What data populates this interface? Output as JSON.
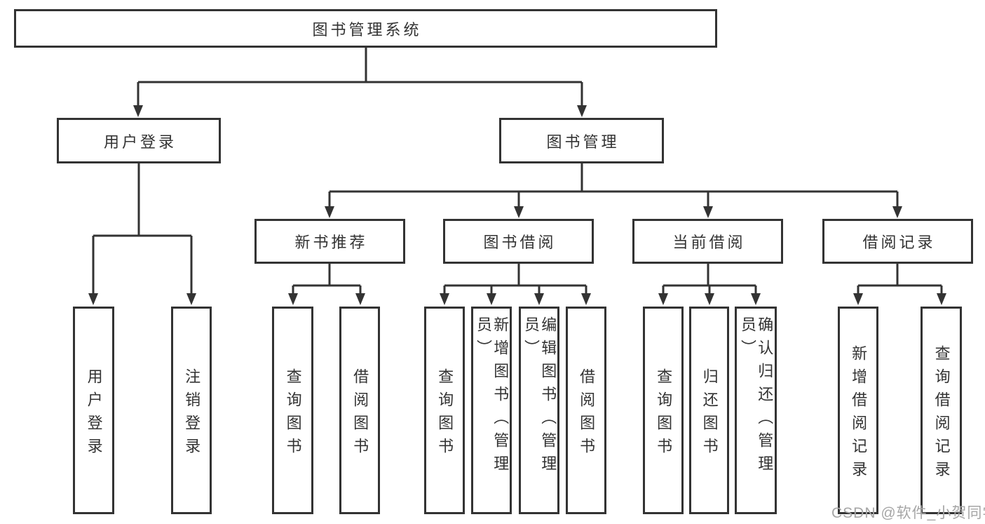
{
  "tree": {
    "label": "图书管理系统",
    "children": [
      {
        "label": "用户登录",
        "children": [
          {
            "label": "用户登录"
          },
          {
            "label": "注销登录"
          }
        ]
      },
      {
        "label": "图书管理",
        "children": [
          {
            "label": "新书推荐",
            "children": [
              {
                "label": "查询图书"
              },
              {
                "label": "借阅图书"
              }
            ]
          },
          {
            "label": "图书借阅",
            "children": [
              {
                "label": "查询图书"
              },
              {
                "label": "新增图书（管理员）"
              },
              {
                "label": "编辑图书（管理员）"
              },
              {
                "label": "借阅图书"
              }
            ]
          },
          {
            "label": "当前借阅",
            "children": [
              {
                "label": "查询图书"
              },
              {
                "label": "归还图书"
              },
              {
                "label": "确认归还（管理员）"
              }
            ]
          },
          {
            "label": "借阅记录",
            "children": [
              {
                "label": "新增借阅记录"
              },
              {
                "label": "查询借阅记录"
              }
            ]
          }
        ]
      }
    ]
  },
  "watermark": "CSDN @软件_小贺同学",
  "colors": {
    "line": "#333333",
    "box_border": "#333333",
    "text": "#333333",
    "watermark": "#a6a6a6",
    "background": "#ffffff"
  }
}
